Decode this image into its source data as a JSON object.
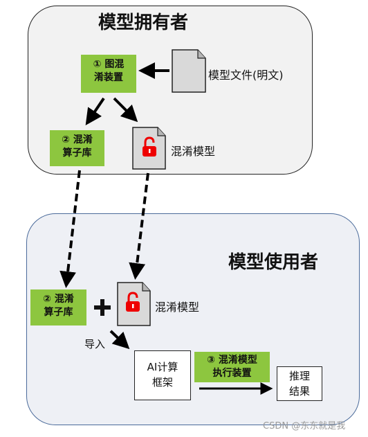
{
  "owner": {
    "title": "模型拥有者",
    "obfuscator_line1": "① 图混",
    "obfuscator_line2": "淆装置",
    "model_file_label": "模型文件(明文)",
    "operator_lib_line1": "② 混淆",
    "operator_lib_line2": "算子库",
    "obfuscated_model_label": "混淆模型"
  },
  "user": {
    "title": "模型使用者",
    "operator_lib_line1": "② 混淆",
    "operator_lib_line2": "算子库",
    "obfuscated_model_label": "混淆模型",
    "import_label": "导入",
    "ai_framework_line1": "AI计算",
    "ai_framework_line2": "框架",
    "executor_line1": "③ 混淆模型",
    "executor_line2": "执行装置",
    "result_line1": "推理",
    "result_line2": "结果"
  },
  "watermark": "CSDN @东东就是我",
  "colors": {
    "green_box": "#8dc63f",
    "lock": "#ee0000",
    "owner_panel": "#f2f2f2",
    "user_panel": "#eef0f5",
    "user_panel_border": "#4a6a9a"
  },
  "icons": [
    "document-icon",
    "lock-document-icon",
    "plus-icon"
  ]
}
